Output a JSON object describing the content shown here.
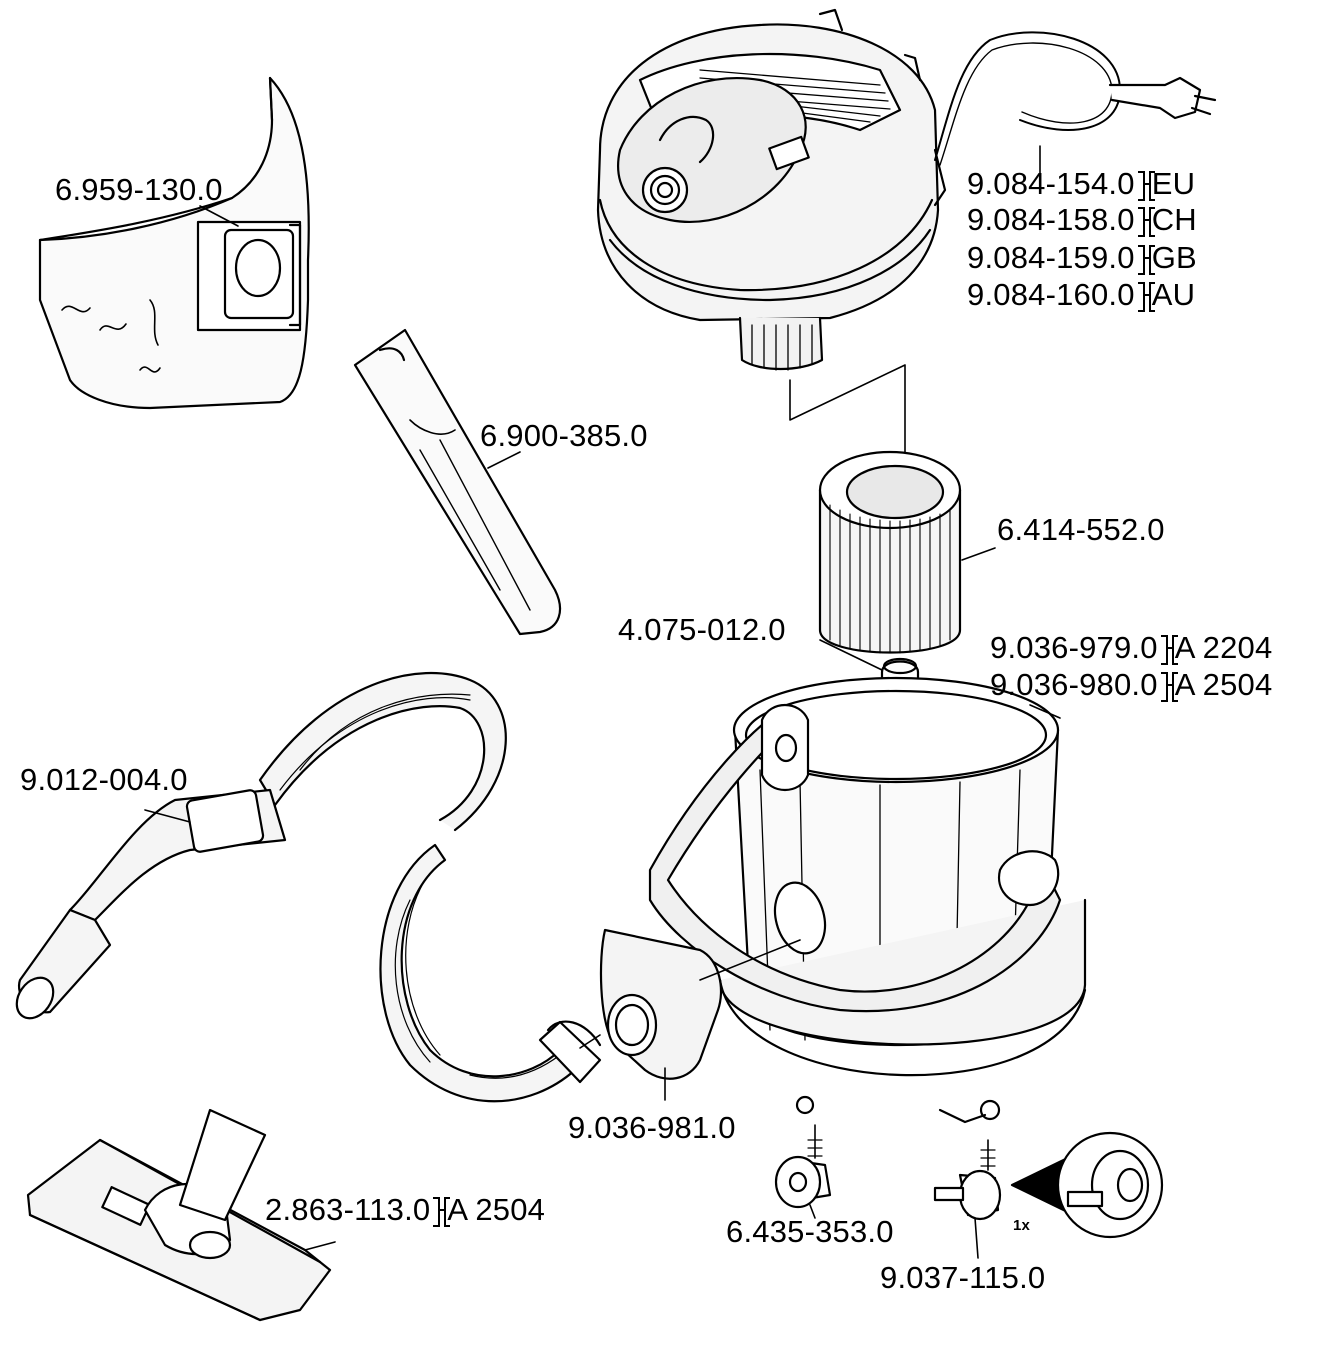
{
  "parts": {
    "filter_bag": "6.959-130.0",
    "crevice_nozzle": "6.900-385.0",
    "power_cord": [
      {
        "part": "9.084-154.0",
        "region": "EU"
      },
      {
        "part": "9.084-158.0",
        "region": "CH"
      },
      {
        "part": "9.084-159.0",
        "region": "GB"
      },
      {
        "part": "9.084-160.0",
        "region": "AU"
      }
    ],
    "cartridge_filter": "6.414-552.0",
    "float": "4.075-012.0",
    "container": [
      {
        "part": "9.036-979.0",
        "model": "A 2204"
      },
      {
        "part": "9.036-980.0",
        "model": "A 2504"
      }
    ],
    "suction_hose": "9.012-004.0",
    "inlet_socket": "9.036-981.0",
    "floor_nozzle": {
      "part": "2.863-113.0",
      "model": "A 2504"
    },
    "castor": "6.435-353.0",
    "castor_brake": "9.037-115.0",
    "quantity_note": "1x"
  },
  "colors": {
    "line": "#000000",
    "background": "#ffffff",
    "part_fill": "#f2f2f2"
  }
}
